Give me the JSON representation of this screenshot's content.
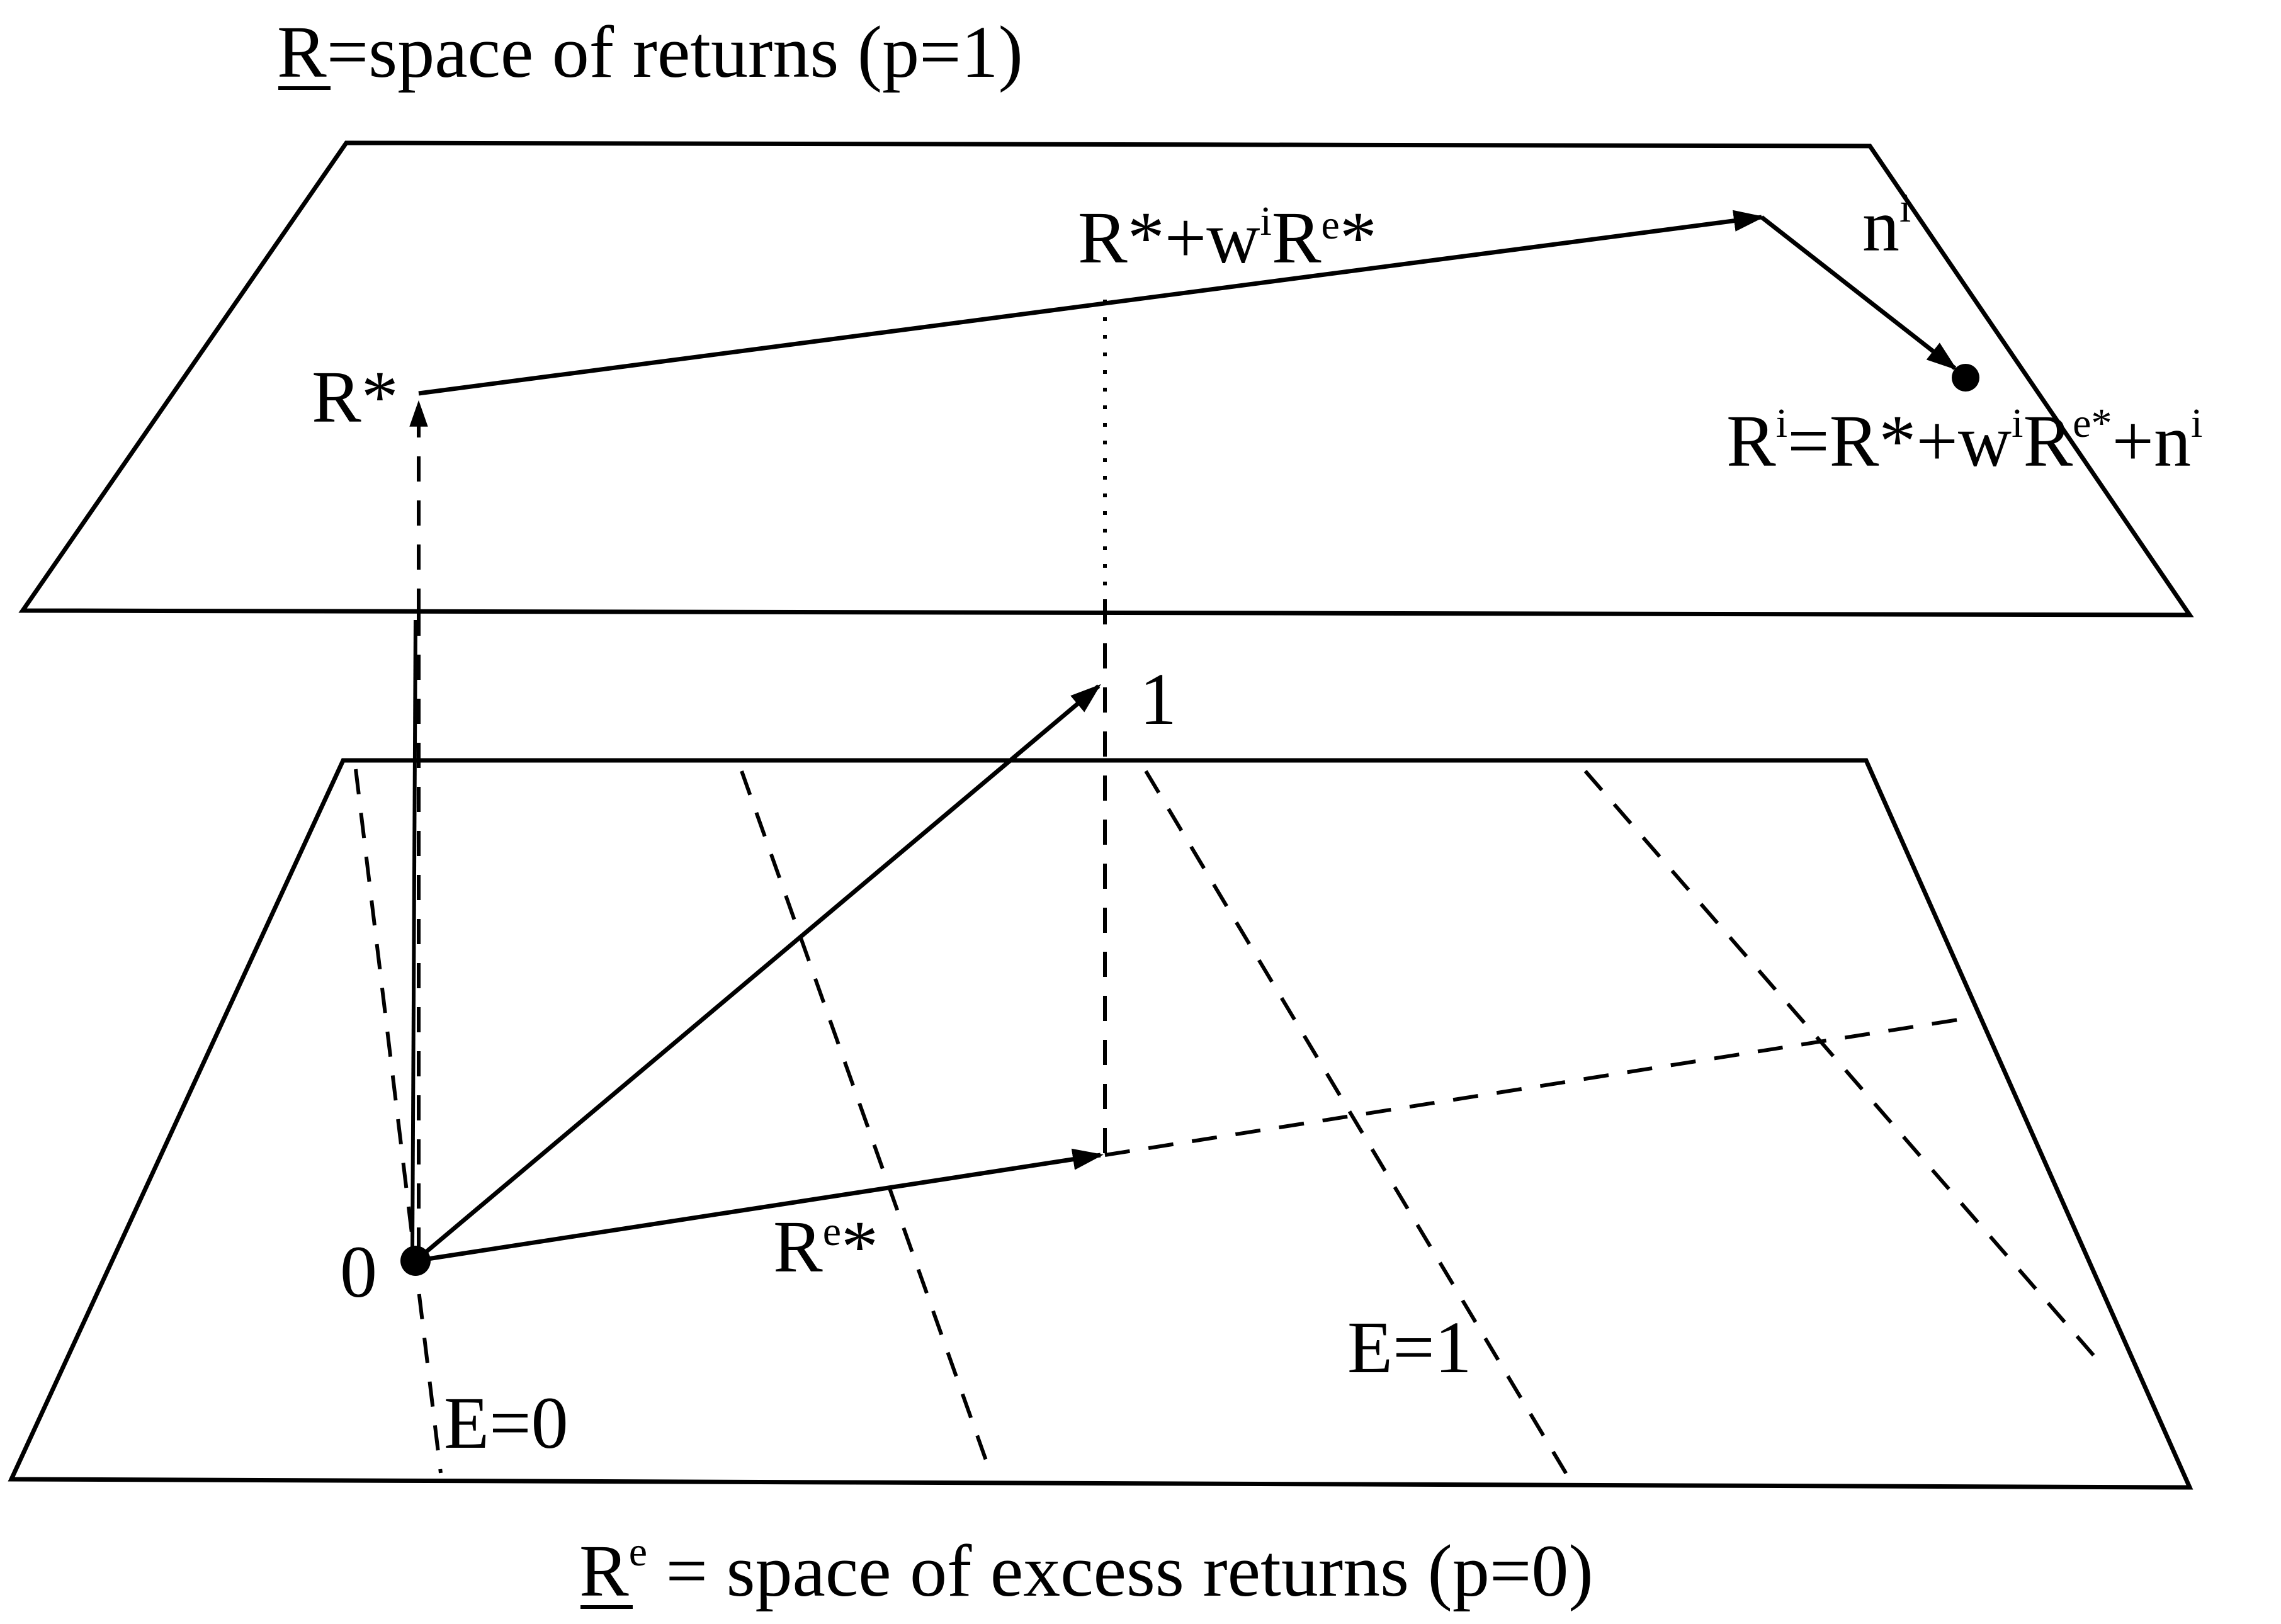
{
  "labels": {
    "top_plane_title": {
      "main": "R",
      "rest": "=space of returns (p=1)"
    },
    "bottom_plane_title": {
      "main": "R",
      "sup": "e",
      "rest": " = space of excess returns (p=0)"
    },
    "r_star": "R*",
    "projection_label": {
      "a": "R*+w",
      "a_sup": "i",
      "b": "R",
      "b_sup": "e",
      "c": "*"
    },
    "n_label": {
      "main": "n",
      "sup": "i"
    },
    "ri_equation": {
      "a": "R",
      "a_sup": "i",
      "b": "=R*+w",
      "b_sup": "i",
      "c": "R",
      "c_sup": "e*",
      "d": "+n",
      "d_sup": "i"
    },
    "one_label": "1",
    "origin_label": "0",
    "re_star_label": {
      "main": "R",
      "sup": "e",
      "rest": "*"
    },
    "e0_label": "E=0",
    "e1_label": "E=1"
  }
}
